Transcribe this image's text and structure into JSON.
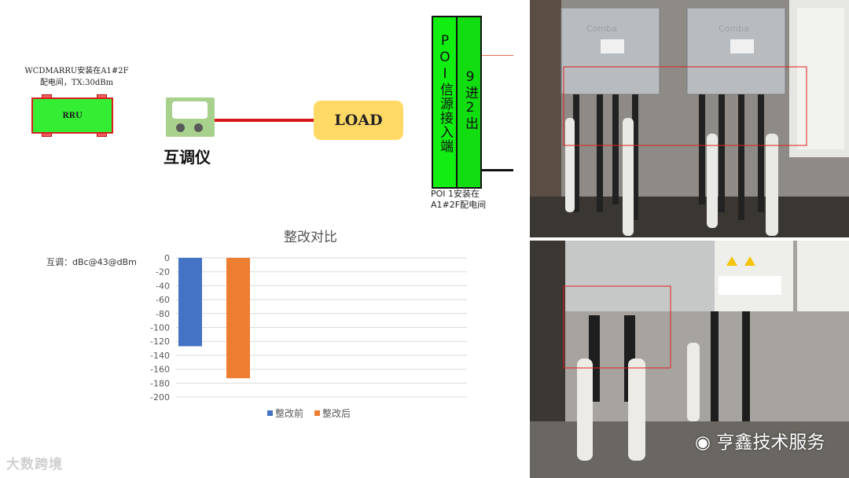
{
  "rru": {
    "caption_line1": "WCDMARRU安装在A1#2F",
    "caption_line2": "配电间，TX:30dBm",
    "label": "RRU"
  },
  "pim_tester": {
    "label": "互调仪"
  },
  "load": {
    "label": "LOAD"
  },
  "poi": {
    "column1": "POI信源接入端",
    "column2": "9进2出",
    "caption_line1": "POI 1安装在",
    "caption_line2": "A1#2F配电间"
  },
  "chart_data": {
    "type": "bar",
    "title": "整改对比",
    "note": "互调：dBc@43@dBm",
    "ylim": [
      -200,
      0
    ],
    "y_ticks": [
      0,
      -20,
      -40,
      -60,
      -80,
      -100,
      -120,
      -140,
      -160,
      -180,
      -200
    ],
    "grid": true,
    "legend_position": "bottom",
    "series": [
      {
        "name": "整改前",
        "values": [
          -127
        ],
        "color": "#4472c4"
      },
      {
        "name": "整改后",
        "values": [
          -173
        ],
        "color": "#ed7d31"
      }
    ]
  },
  "watermarks": {
    "left": "大数跨境",
    "right": "亨鑫技术服务"
  },
  "colors": {
    "rru_fill": "#33ee33",
    "load_fill": "#ffd966",
    "poi_fill": "#11ee11",
    "tester_fill": "#a9d18e",
    "highlight_box": "#e02020"
  }
}
